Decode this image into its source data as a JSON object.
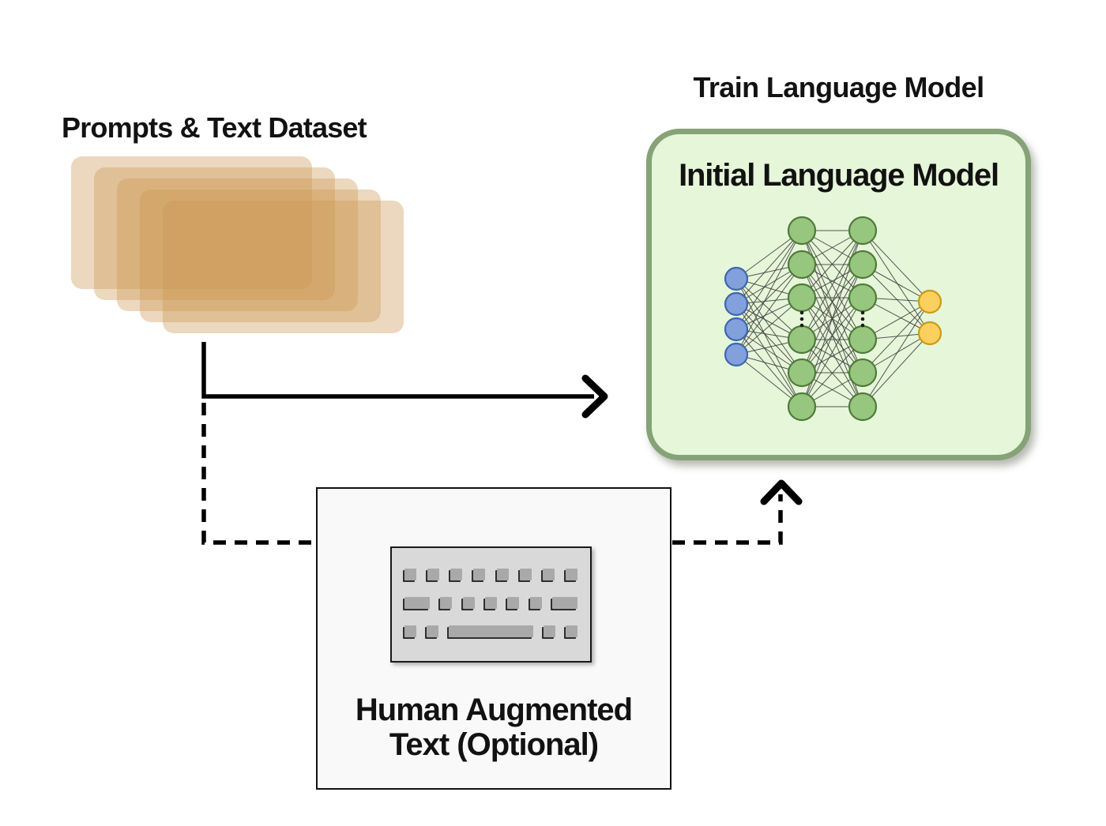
{
  "dataset": {
    "title": "Prompts & Text Dataset",
    "card_count": 5,
    "card_color": "rgba(206,152,84,0.38)"
  },
  "train": {
    "heading": "Train Language Model",
    "model_title": "Initial Language Model",
    "box_fill": "#e6f6d9",
    "box_border": "#86a277"
  },
  "network": {
    "layers": [
      {
        "name": "input",
        "count": 4,
        "fill": "#82a1dc",
        "stroke": "#3e66ae",
        "ellipsis": false
      },
      {
        "name": "hidden-1",
        "count": 6,
        "fill": "#97c77f",
        "stroke": "#4f7a3b",
        "ellipsis": true
      },
      {
        "name": "hidden-2",
        "count": 6,
        "fill": "#97c77f",
        "stroke": "#4f7a3b",
        "ellipsis": true
      },
      {
        "name": "output",
        "count": 2,
        "fill": "#fcd05e",
        "stroke": "#cc9a16",
        "ellipsis": false
      }
    ],
    "edge_color": "#3a3a3a",
    "dot_color": "#1b1b1b"
  },
  "human": {
    "label_line1": "Human Augmented",
    "label_line2": "Text (Optional)",
    "box_fill": "#f9f9f9",
    "keyboard": {
      "body_fill": "#d9d9d9",
      "key_fill": "#a9a9a9",
      "rows": [
        [
          15,
          15,
          15,
          15,
          15,
          15,
          15,
          15
        ],
        [
          32,
          15,
          15,
          15,
          15,
          15,
          32
        ],
        [
          15,
          15,
          107,
          15,
          15
        ]
      ]
    }
  },
  "arrows": {
    "color": "#000000",
    "solid_style": "solid",
    "dashed_style": "dashed"
  }
}
